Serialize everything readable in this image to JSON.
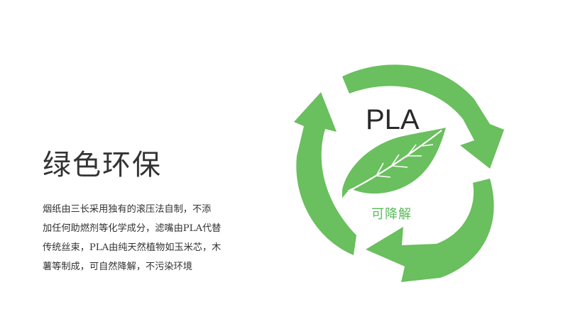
{
  "colors": {
    "green": "#6abf5e",
    "text": "#333333",
    "background": "#ffffff"
  },
  "slide": {
    "title": "绿色环保",
    "body_lines": [
      "烟纸由三长采用独有的滚压法自制，不添",
      "加任何助燃剂等化学成分，滤嘴由PLA代替",
      "传统丝束，PLA由纯天然植物如玉米芯，木",
      "薯等制成，可自然降解，不污染环境"
    ]
  },
  "graphic": {
    "label": "PLA",
    "sublabel": "可降解",
    "icons": [
      "recycle-arrows-icon",
      "leaf-icon"
    ]
  }
}
